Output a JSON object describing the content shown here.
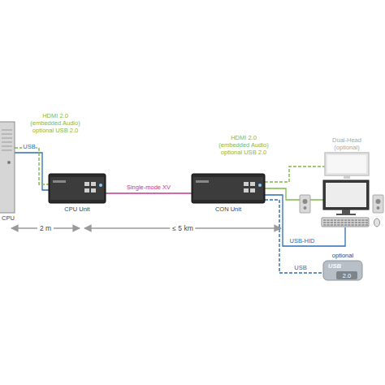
{
  "diagram": {
    "nodes": [
      {
        "text": [
          "CPU"
        ]
      },
      {
        "text": [
          "CPU Unit"
        ]
      },
      {
        "text": [
          "CON Unit"
        ]
      },
      {
        "text": [
          "Dual-Head (optional)"
        ]
      },
      {
        "text": [
          "optional",
          "USB",
          "2.0"
        ]
      }
    ],
    "edges": [
      {
        "from": 0,
        "to": 1,
        "arrow": "none"
      },
      {
        "from": 1,
        "to": 2,
        "label": "Single-mode XV",
        "arrow": "none"
      },
      {
        "from": 2,
        "to": 3,
        "arrow": "none"
      },
      {
        "from": 2,
        "to": 4,
        "label": "USB",
        "arrow": "none"
      }
    ],
    "labels": [
      "HDMI 2.0",
      "(embedded Audio)",
      "optional USB 2.0",
      "USB",
      "2 m",
      "≤ 5 km",
      "HDMI 2.0",
      "(embedded Audio)",
      "optional USB 2.0",
      "USB-HID"
    ]
  }
}
